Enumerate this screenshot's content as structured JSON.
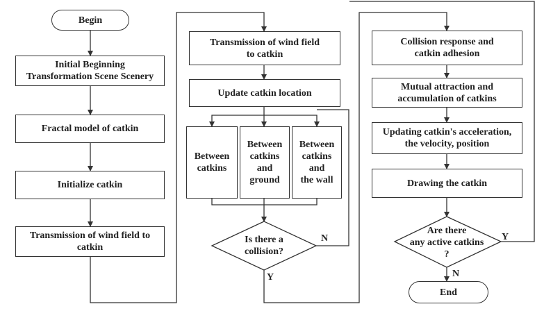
{
  "nodes": {
    "begin": "Begin",
    "init_scene": "Initial Beginning\nTransformation Scene Scenery",
    "fractal": "Fractal model of catkin",
    "init_catkin": "Initialize catkin",
    "wind_left": "Transmission of wind field to\ncatkin",
    "wind_mid": "Transmission of wind field\nto catkin",
    "update_loc": "Update catkin location",
    "between_catkins": "Between\ncatkins",
    "between_ground": "Between\ncatkins\nand\nground",
    "between_wall": "Between\ncatkins\nand\nthe wall",
    "collision_q": "Is there a\ncollision?",
    "collision_resp": "Collision response and\ncatkin adhesion",
    "attraction": "Mutual attraction and\naccumulation of catkins",
    "updating": "Updating catkin's acceleration,\nthe velocity, position",
    "drawing": "Drawing the catkin",
    "active_q": "Are there\nany active catkins\n?",
    "end": "End"
  },
  "edge_labels": {
    "collision_no": "N",
    "collision_yes": "Y",
    "active_yes": "Y",
    "active_no": "N"
  }
}
